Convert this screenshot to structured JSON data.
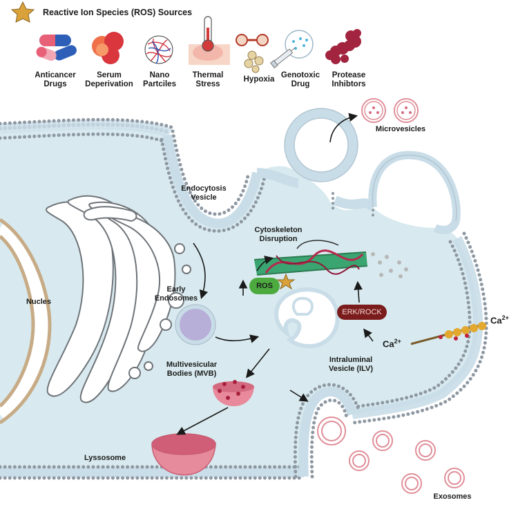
{
  "legend": {
    "title": "Reactive Ion Species (ROS) Sources",
    "icon": "star-icon"
  },
  "sources": [
    {
      "label_l1": "Anticancer",
      "label_l2": "Drugs",
      "icon": "capsule-icon"
    },
    {
      "label_l1": "Serum",
      "label_l2": "Deperivation",
      "icon": "blood-cells-icon"
    },
    {
      "label_l1": "Nano",
      "label_l2": "Partciles",
      "icon": "nanoparticle-icon"
    },
    {
      "label_l1": "Thermal",
      "label_l2": "Stress",
      "icon": "thermometer-icon"
    },
    {
      "label_l1": "Hypoxia",
      "label_l2": "",
      "icon": "oxygen-molecule-icon"
    },
    {
      "label_l1": "Genotoxic",
      "label_l2": "Drug",
      "icon": "syringe-icon"
    },
    {
      "label_l1": "Protease",
      "label_l2": "Inhibtors",
      "icon": "protein-chain-icon"
    }
  ],
  "labels": {
    "microvesicles": "Microvesicles",
    "endocytosis_l1": "Endocytosis",
    "endocytosis_l2": "Vesicle",
    "cytoskeleton_l1": "Cytoskeleton",
    "cytoskeleton_l2": "Disruption",
    "ros": "ROS",
    "erk_rock": "ERK/ROCK",
    "ca_out": "Ca",
    "ca_in": "Ca",
    "ca_charge": "2+",
    "nucleus": "Nucles",
    "early_l1": "Early",
    "early_l2": "Endosomes",
    "mvb_l1": "Multivesicular",
    "mvb_l2": "Bodies (MVB)",
    "ilv_l1": "Intraluminal",
    "ilv_l2": "Vesicle (ILV)",
    "lysosome": "Lyssosome",
    "exosomes": "Exosomes"
  },
  "colors": {
    "cytoplasm": "#d8eaef",
    "membrane_head": "#9ea6ae",
    "membrane_tail": "#c9dde8",
    "ros_pill": "#4caa3f",
    "erk_pill": "#7b1c1c",
    "star": "#d9a23a",
    "er": "#ffffff",
    "nucleus_env": "#c7ab86",
    "lysosome": "#e07d93",
    "early_endosome": "#b6abd6"
  }
}
